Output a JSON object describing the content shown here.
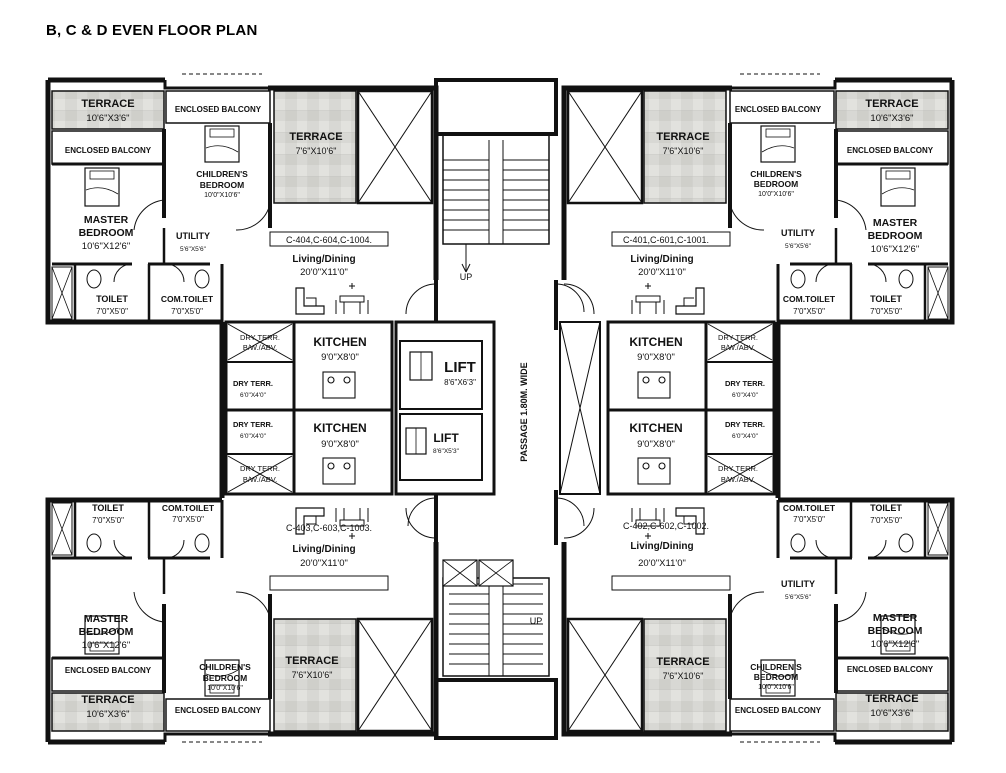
{
  "title": "B, C & D EVEN FLOOR PLAN",
  "core": {
    "lift_large": "LIFT",
    "lift_large_size": "8'6\"X6'3\"",
    "lift_small": "LIFT",
    "lift_small_size": "8'6\"X5'3\"",
    "passage": "PASSAGE 1.80M. WIDE",
    "up_top": "UP",
    "up_bottom": "UP"
  },
  "units": {
    "tl": {
      "flat_ids": "C-404,C-604,C-1004.",
      "living": "Living/Dining",
      "living_size": "20'0\"X11'0\"",
      "terrace_small": "TERRACE",
      "terrace_small_size": "10'6\"X3'6\"",
      "enclosed_balcony_1": "ENCLOSED BALCONY",
      "enclosed_balcony_2": "ENCLOSED BALCONY",
      "master": "MASTER",
      "bedroom": "BEDROOM",
      "master_size": "10'6\"X12'6\"",
      "children": "CHILDREN'S",
      "children_bedroom": "BEDROOM",
      "children_size": "10'0\"X10'6\"",
      "terrace_big": "TERRACE",
      "terrace_big_size": "7'6\"X10'6\"",
      "utility": "UTILITY",
      "utility_size": "5'6\"X5'6\"",
      "toilet": "TOILET",
      "toilet_size": "7'0\"X5'0\"",
      "com_toilet": "COM.TOILET",
      "com_toilet_size": "7'0\"X5'0\""
    },
    "tr": {
      "flat_ids": "C-401,C-601,C-1001.",
      "living": "Living/Dining",
      "living_size": "20'0\"X11'0\"",
      "terrace_small": "TERRACE",
      "terrace_small_size": "10'6\"X3'6\"",
      "enclosed_balcony_1": "ENCLOSED BALCONY",
      "enclosed_balcony_2": "ENCLOSED BALCONY",
      "master": "MASTER",
      "bedroom": "BEDROOM",
      "master_size": "10'6\"X12'6\"",
      "children": "CHILDREN'S",
      "children_bedroom": "BEDROOM",
      "children_size": "10'0\"X10'6\"",
      "terrace_big": "TERRACE",
      "terrace_big_size": "7'6\"X10'6\"",
      "utility": "UTILITY",
      "utility_size": "5'6\"X5'6\"",
      "toilet": "TOILET",
      "toilet_size": "7'0\"X5'0\"",
      "com_toilet": "COM.TOILET",
      "com_toilet_size": "7'0\"X5'0\""
    },
    "bl": {
      "flat_ids": "C-403,C-603,C-1003.",
      "living": "Living/Dining",
      "living_size": "20'0\"X11'0\"",
      "terrace_small": "TERRACE",
      "terrace_small_size": "10'6\"X3'6\"",
      "enclosed_balcony_1": "ENCLOSED BALCONY",
      "enclosed_balcony_2": "ENCLOSED BALCONY",
      "master": "MASTER",
      "bedroom": "BEDROOM",
      "master_size": "10'6\"X12'6\"",
      "children": "CHILDREN'S",
      "children_bedroom": "BEDROOM",
      "children_size": "10'0\"X10'6\"",
      "terrace_big": "TERRACE",
      "terrace_big_size": "7'6\"X10'6\"",
      "toilet": "TOILET",
      "toilet_size": "7'0\"X5'0\"",
      "com_toilet": "COM.TOILET",
      "com_toilet_size": "7'0\"X5'0\""
    },
    "br": {
      "flat_ids": "C-402,C-602,C-1002.",
      "living": "Living/Dining",
      "living_size": "20'0\"X11'0\"",
      "terrace_small": "TERRACE",
      "terrace_small_size": "10'6\"X3'6\"",
      "enclosed_balcony_1": "ENCLOSED BALCONY",
      "enclosed_balcony_2": "ENCLOSED BALCONY",
      "master": "MASTER",
      "bedroom": "BEDROOM",
      "master_size": "10'6\"X12'6\"",
      "children": "CHILDREN'S",
      "children_bedroom": "BEDROOM",
      "children_size": "10'0\"X10'6\"",
      "terrace_big": "TERRACE",
      "terrace_big_size": "7'6\"X10'6\"",
      "utility": "UTILITY",
      "utility_size": "5'6\"X5'6\"",
      "toilet": "TOILET",
      "toilet_size": "7'0\"X5'0\"",
      "com_toilet": "COM.TOILET",
      "com_toilet_size": "7'0\"X5'0\""
    }
  },
  "kitchens": {
    "tl": {
      "name": "KITCHEN",
      "size": "9'0\"X8'0\"",
      "dry_top": "DRY TERR.",
      "dry_top_2": "B/W./ABV.",
      "dry_bot": "DRY TERR.",
      "dry_bot_size": "6'0\"X4'0\""
    },
    "ml": {
      "name": "KITCHEN",
      "size": "9'0\"X8'0\"",
      "dry_top": "DRY TERR.",
      "dry_top_size": "6'0\"X4'0\"",
      "dry_bot": "DRY TERR.",
      "dry_bot_2": "B/W./ABV."
    },
    "tr": {
      "name": "KITCHEN",
      "size": "9'0\"X8'0\"",
      "dry_top": "DRY TERR.",
      "dry_top_2": "B/W./ABV.",
      "dry_bot": "DRY TERR.",
      "dry_bot_size": "6'0\"X4'0\""
    },
    "mr": {
      "name": "KITCHEN",
      "size": "9'0\"X8'0\"",
      "dry_top": "DRY TERR.",
      "dry_top_size": "6'0\"X4'0\"",
      "dry_bot": "DRY TERR.",
      "dry_bot_2": "B/W./ABV."
    }
  },
  "colors": {
    "wall": "#111111",
    "terrace_fill": "#d6d6d2",
    "paper": "#ffffff"
  }
}
